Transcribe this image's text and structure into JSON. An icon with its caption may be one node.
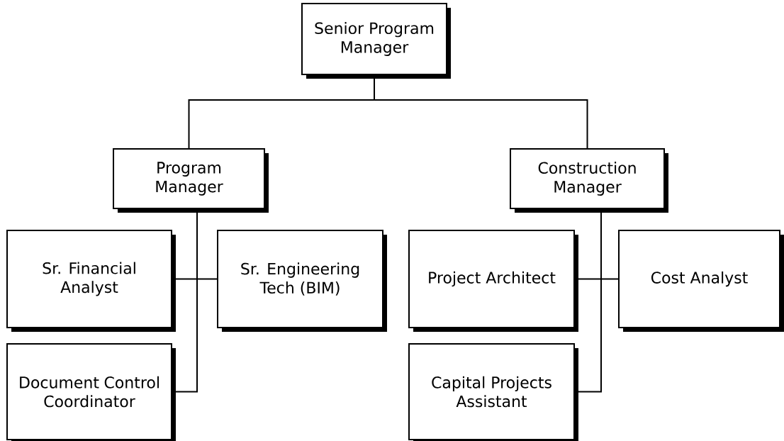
{
  "diagram": {
    "nodes": [
      {
        "text": [
          "Senior Program Manager"
        ]
      },
      {
        "text": [
          "Program Manager"
        ]
      },
      {
        "text": [
          "Construction Manager"
        ]
      },
      {
        "text": [
          "Sr. Financial Analyst"
        ]
      },
      {
        "text": [
          "Sr. Engineering Tech (BIM)"
        ]
      },
      {
        "text": [
          "Document Control Coordinator"
        ]
      },
      {
        "text": [
          "Project Architect"
        ]
      },
      {
        "text": [
          "Cost Analyst"
        ]
      },
      {
        "text": [
          "Capital Projects Assistant"
        ]
      }
    ],
    "edges": [
      {
        "from": 0,
        "to": 1,
        "arrow": "none"
      },
      {
        "from": 0,
        "to": 2,
        "arrow": "none"
      },
      {
        "from": 1,
        "to": 3,
        "arrow": "none"
      },
      {
        "from": 1,
        "to": 4,
        "arrow": "none"
      },
      {
        "from": 1,
        "to": 5,
        "arrow": "none"
      },
      {
        "from": 2,
        "to": 6,
        "arrow": "none"
      },
      {
        "from": 2,
        "to": 7,
        "arrow": "none"
      },
      {
        "from": 2,
        "to": 8,
        "arrow": "none"
      }
    ]
  }
}
